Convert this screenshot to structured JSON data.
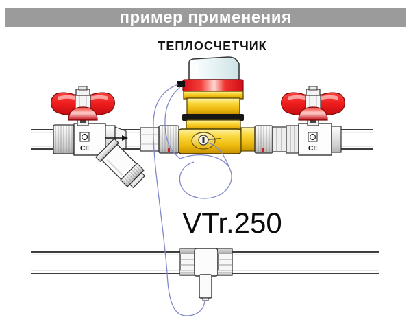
{
  "header": {
    "title": "пример применения"
  },
  "diagram": {
    "meter_label": "ТЕПЛОСЧЕТЧИК",
    "tee_label": "VTr.250",
    "ce_mark": "CE",
    "components": [
      "pipe-top",
      "ball-valve-left",
      "y-strainer",
      "flow-arrow",
      "heat-meter",
      "ball-valve-right",
      "pipe-bottom",
      "tee-fitting-vtr250",
      "temperature-sensor-pocket",
      "sensor-wire"
    ],
    "colors": {
      "header_bar": "#9b9b9b",
      "header_text": "#ffffff",
      "handle_red": "#e8231e",
      "meter_band_red": "#e41019",
      "brass_yellow": "#f3c51d",
      "dome_blue": "#e3f1f3",
      "wire_blue": "#8089c8",
      "outline": "#3a3a3a"
    }
  }
}
